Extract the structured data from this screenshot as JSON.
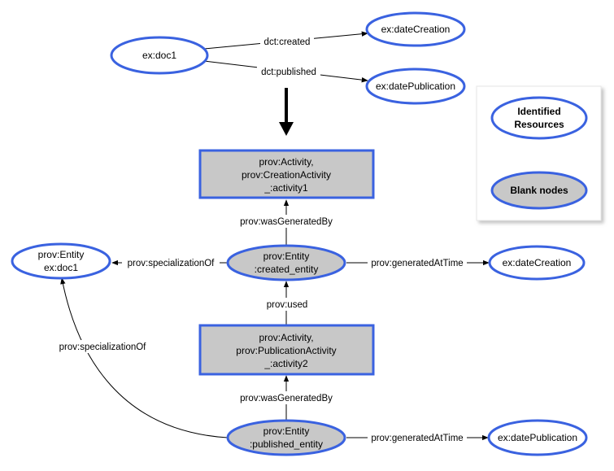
{
  "top": {
    "doc": "ex:doc1",
    "date_creation": "ex:dateCreation",
    "date_publication": "ex:datePublication",
    "edge_created": "dct:created",
    "edge_published": "dct:published"
  },
  "legend": {
    "identified": [
      "Identified",
      "Resources"
    ],
    "blank": "Blank nodes"
  },
  "prov": {
    "activity1": [
      "prov:Activity,",
      "prov:CreationActivity",
      "_:activity1"
    ],
    "activity2": [
      "prov:Activity,",
      "prov:PublicationActivity",
      "_:activity2"
    ],
    "created_entity": [
      "prov:Entity",
      ":created_entity"
    ],
    "published_entity": [
      "prov:Entity",
      ":published_entity"
    ],
    "entity_doc": [
      "prov:Entity",
      "ex:doc1"
    ],
    "date_creation": "ex:dateCreation",
    "date_publication": "ex:datePublication",
    "was_generated_by": "prov:wasGeneratedBy",
    "used": "prov:used",
    "specialization_of": "prov:specializationOf",
    "generated_at_time": "prov:generatedAtTime"
  }
}
